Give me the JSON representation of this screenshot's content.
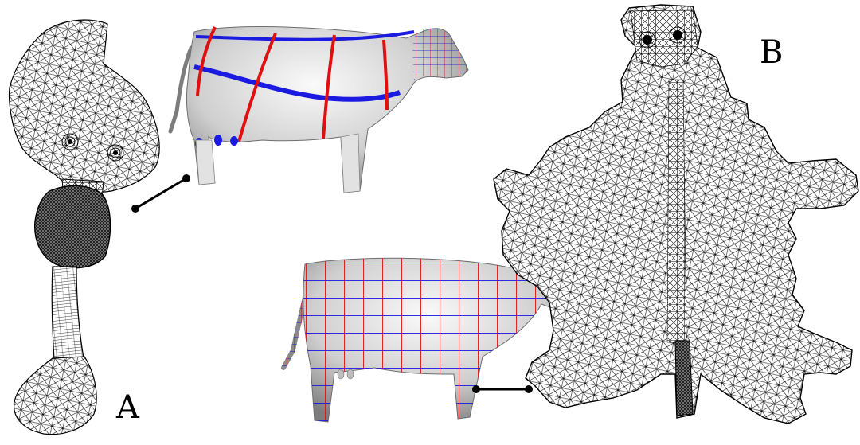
{
  "panels": [
    {
      "id": "A",
      "label": "A"
    },
    {
      "id": "B",
      "label": "B"
    }
  ],
  "colors": {
    "mesh_stroke": "#000000",
    "surface_light": "#f4f4f4",
    "surface_dark": "#8a8a8a",
    "param_red": "#e01010",
    "param_blue": "#1a1ae0",
    "background": "#ffffff"
  }
}
